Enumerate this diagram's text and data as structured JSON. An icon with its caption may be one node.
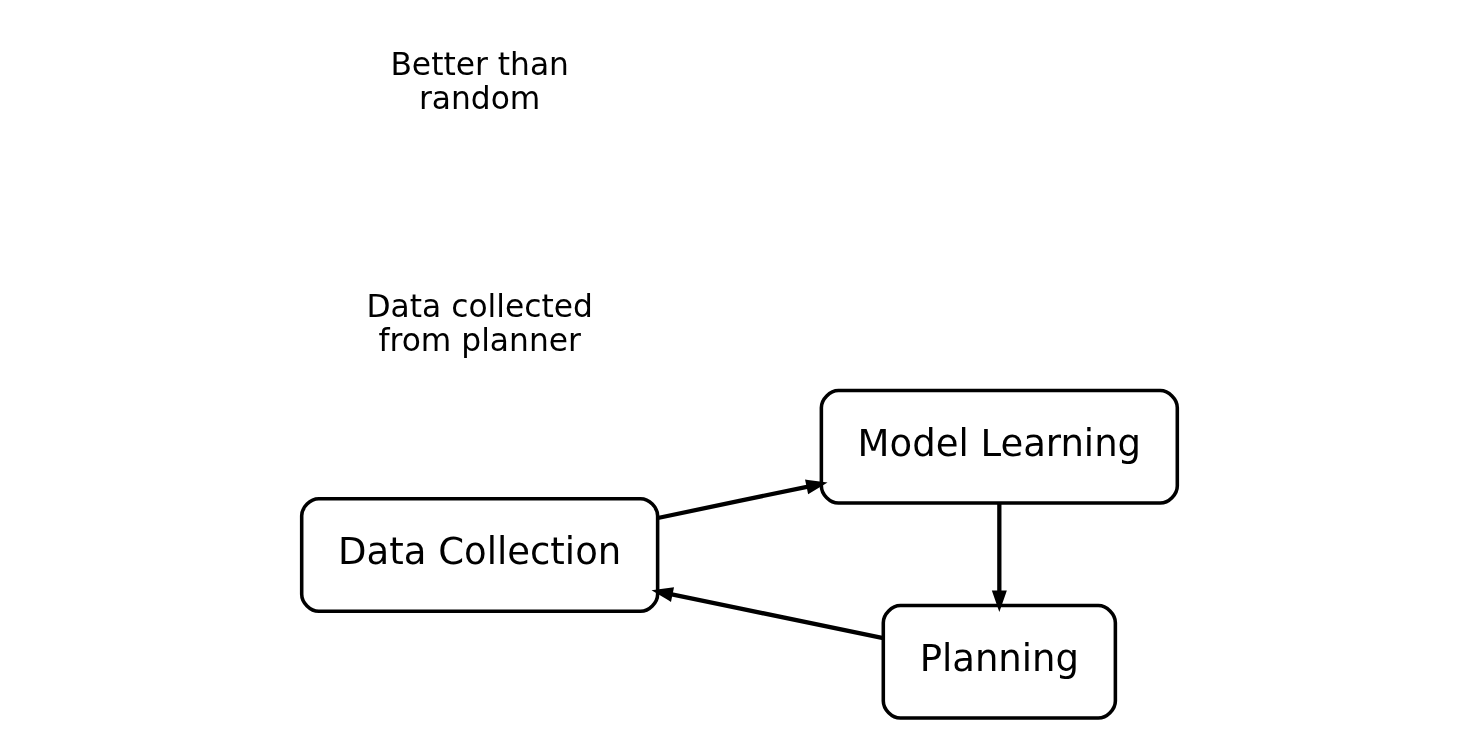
{
  "diagram": {
    "nodes": [
      {
        "text": [
          "Data Collection"
        ]
      },
      {
        "text": [
          "Model Learning"
        ]
      },
      {
        "text": [
          "Planning"
        ]
      }
    ],
    "edges": [
      {
        "from": 0,
        "to": 1,
        "arrow": "to"
      },
      {
        "from": 1,
        "to": 2,
        "arrow": "to"
      },
      {
        "from": 2,
        "to": 0,
        "arrow": "to"
      }
    ],
    "labels": [
      "Data collected from planner",
      "Better than random"
    ]
  }
}
